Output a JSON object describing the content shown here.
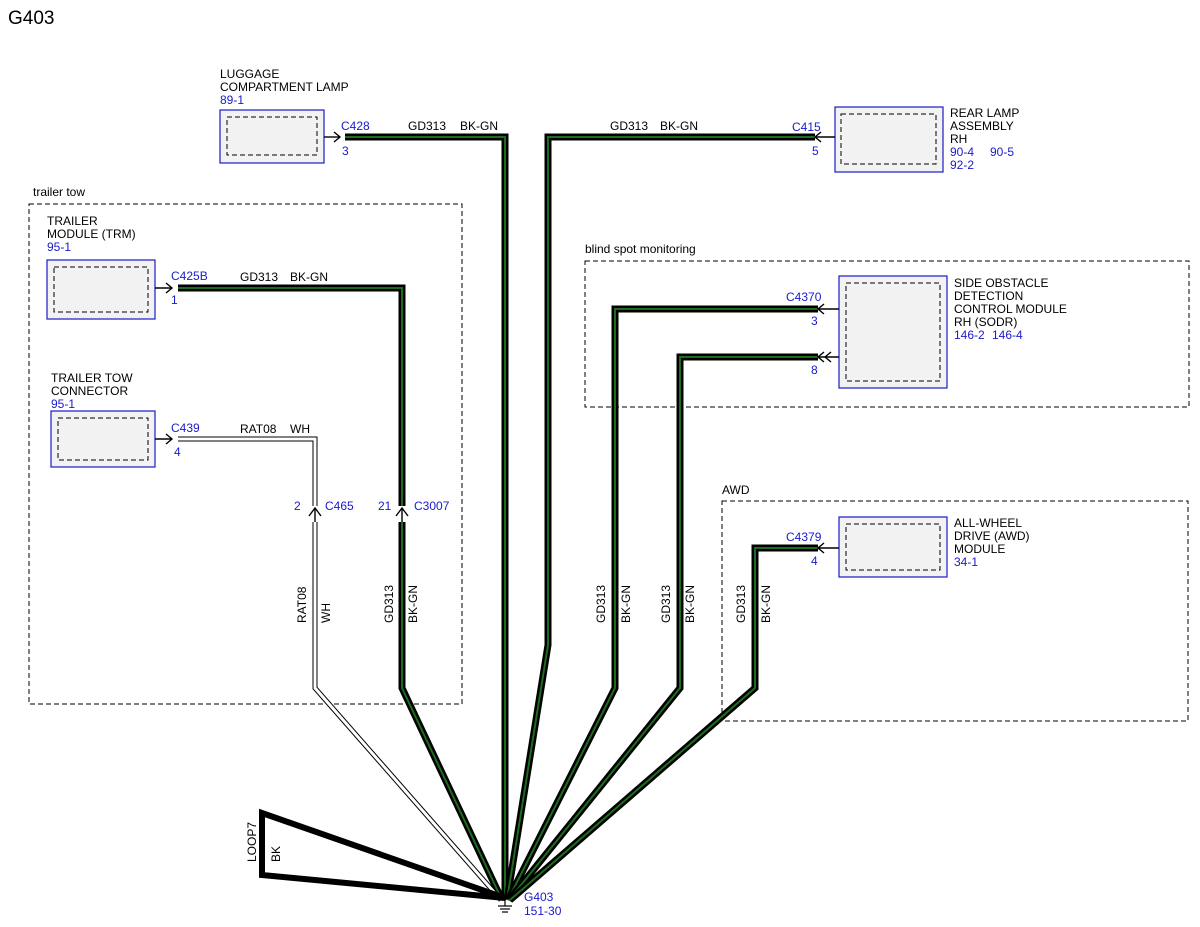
{
  "page_title": "G403",
  "regions": {
    "trailer_tow": "trailer tow",
    "blind_spot": "blind spot monitoring",
    "awd": "AWD"
  },
  "components": {
    "luggage_lamp": {
      "line1": "LUGGAGE",
      "line2": "COMPARTMENT LAMP",
      "ref": "89-1"
    },
    "rear_lamp": {
      "line1": "REAR LAMP",
      "line2": "ASSEMBLY",
      "line3": "RH",
      "ref1": "90-4",
      "ref2": "90-5",
      "ref3": "92-2"
    },
    "trm": {
      "line1": "TRAILER",
      "line2": "MODULE (TRM)",
      "ref": "95-1"
    },
    "trailer_connector": {
      "line1": "TRAILER TOW",
      "line2": "CONNECTOR",
      "ref": "95-1"
    },
    "sodr": {
      "line1": "SIDE OBSTACLE",
      "line2": "DETECTION",
      "line3": "CONTROL MODULE",
      "line4": "RH (SODR)",
      "ref1": "146-2",
      "ref2": "146-4"
    },
    "awd": {
      "line1": "ALL-WHEEL",
      "line2": "DRIVE (AWD)",
      "line3": "MODULE",
      "ref": "34-1"
    }
  },
  "connectors": {
    "c428": {
      "name": "C428",
      "pin": "3"
    },
    "c415": {
      "name": "C415",
      "pin": "5"
    },
    "c425b": {
      "name": "C425B",
      "pin": "1"
    },
    "c439": {
      "name": "C439",
      "pin": "4"
    },
    "c465": {
      "name": "C465",
      "pin": "2"
    },
    "c3007": {
      "name": "C3007",
      "pin": "21"
    },
    "c4370": {
      "name": "C4370",
      "pin_a": "3",
      "pin_b": "8"
    },
    "c4379": {
      "name": "C4379",
      "pin": "4"
    }
  },
  "circuits": {
    "gd313": "GD313",
    "bkgn": "BK-GN",
    "rat08": "RAT08",
    "wh": "WH",
    "loop": "LOOP7",
    "bk": "BK"
  },
  "ground": {
    "name": "G403",
    "ref": "151-30"
  }
}
